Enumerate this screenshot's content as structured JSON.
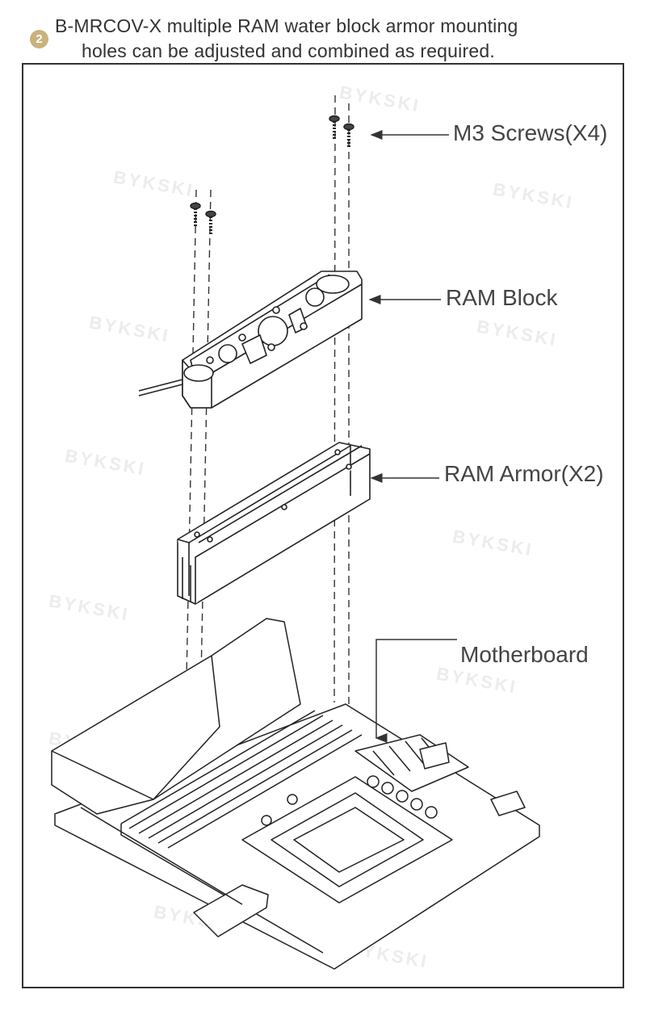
{
  "header": {
    "step_number": "2",
    "line1": "B-MRCOV-X multiple RAM water block armor mounting",
    "line2": "holes can be adjusted and combined as required."
  },
  "callouts": {
    "screws": "M3 Screws(X4)",
    "ram_block": "RAM Block",
    "ram_armor": "RAM Armor(X2)",
    "motherboard": "Motherboard"
  },
  "watermark": "BYKSKI",
  "colors": {
    "badge": "#c9b27c",
    "line_art": "#333333",
    "frame": "#333333"
  }
}
